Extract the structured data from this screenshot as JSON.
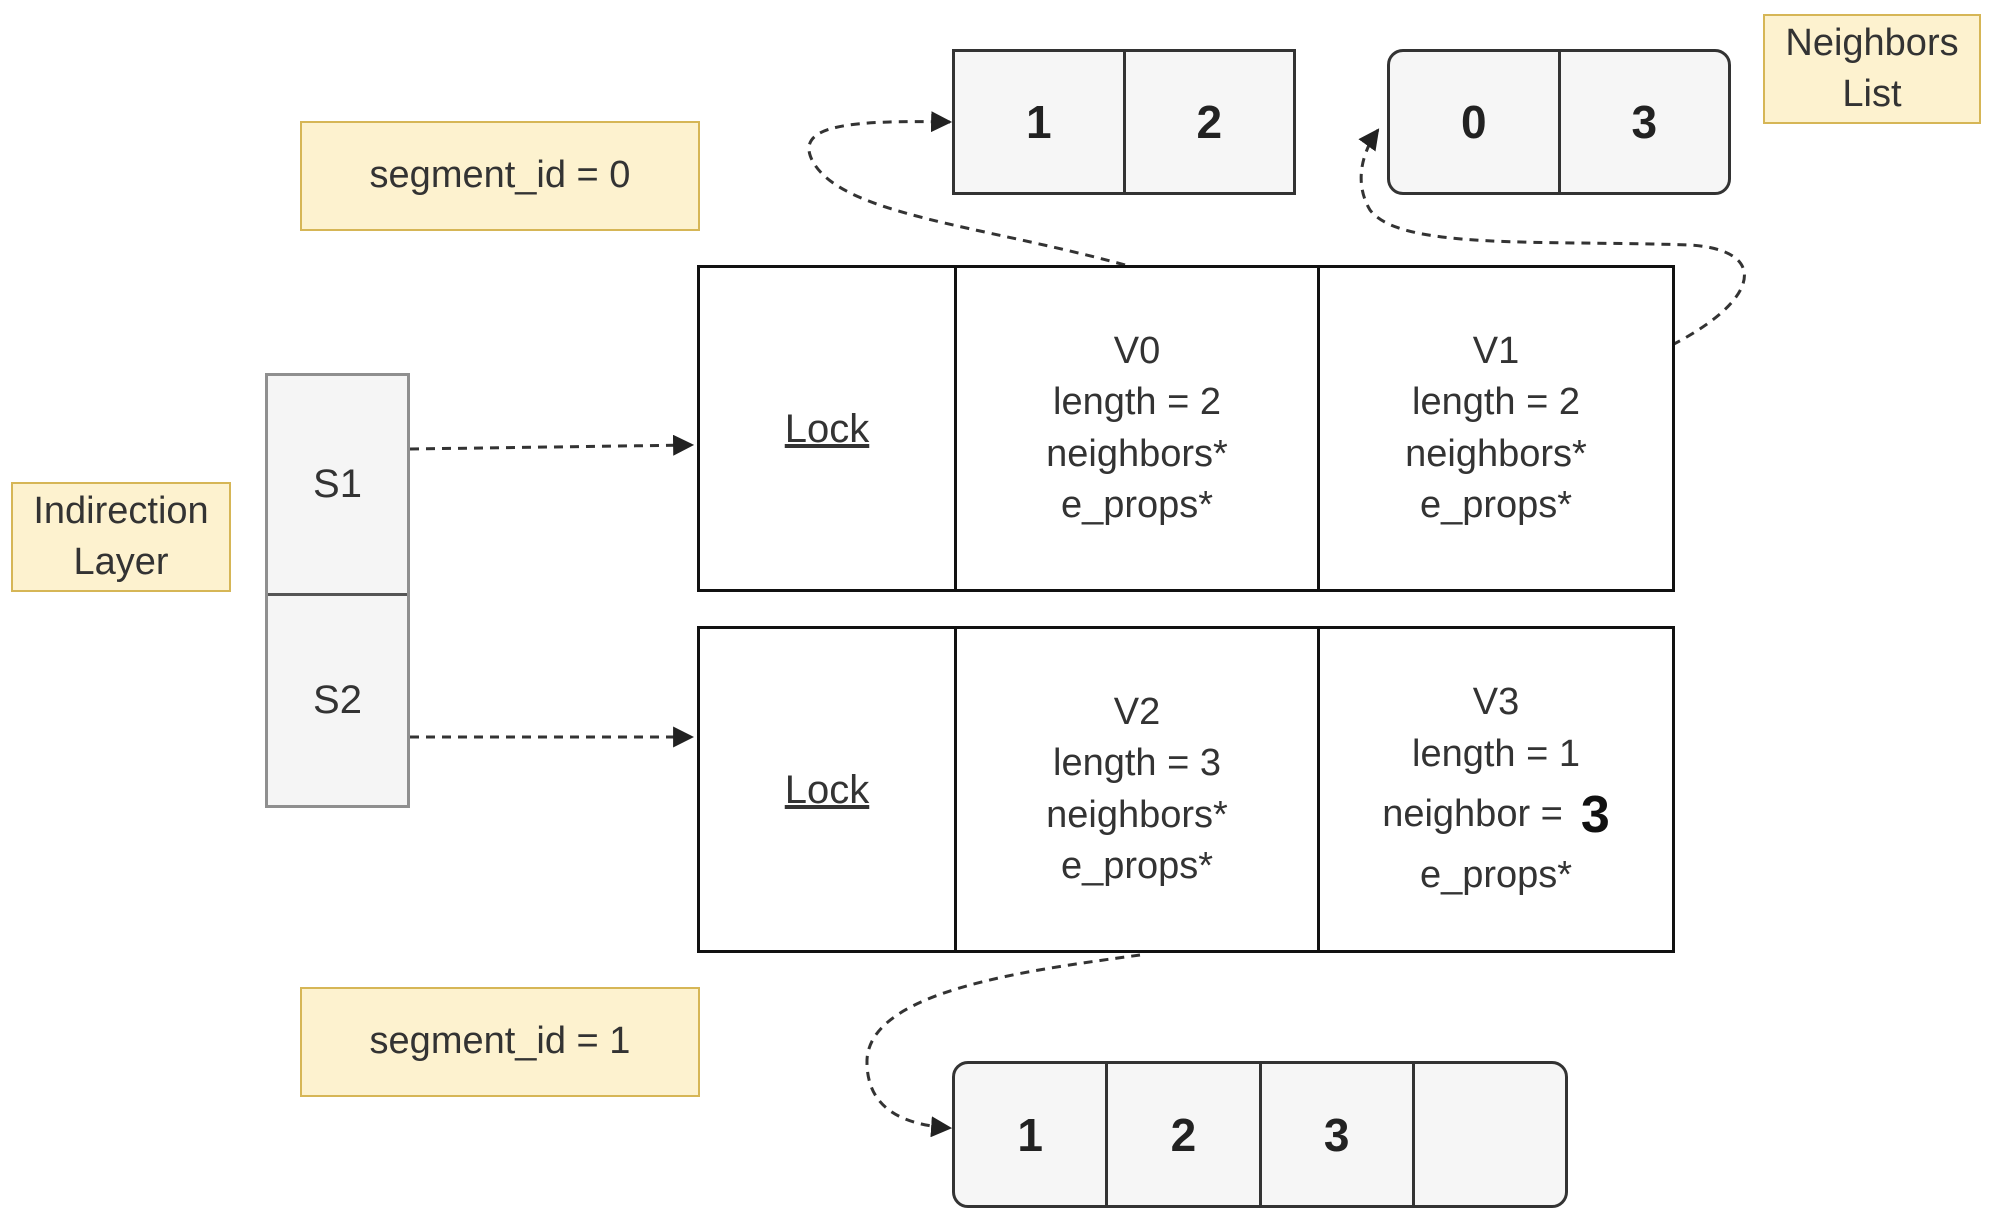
{
  "notes": {
    "segment0": "segment_id = 0",
    "segment1": "segment_id = 1",
    "indirection": [
      "Indirection",
      "Layer"
    ],
    "neighbors_list": [
      "Neighbors",
      "List"
    ]
  },
  "indirection_layer": [
    "S1",
    "S2"
  ],
  "segments": [
    {
      "lock": "Lock",
      "vertices": [
        {
          "name": "V0",
          "length": "length = 2",
          "neighbors": "neighbors*",
          "props": "e_props*"
        },
        {
          "name": "V1",
          "length": "length = 2",
          "neighbors": "neighbors*",
          "props": "e_props*"
        }
      ]
    },
    {
      "lock": "Lock",
      "vertices": [
        {
          "name": "V2",
          "length": "length = 3",
          "neighbors": "neighbors*",
          "props": "e_props*"
        },
        {
          "name": "V3",
          "length": "length = 1",
          "neighbor_label": "neighbor =",
          "neighbor_value": "3",
          "props": "e_props*"
        }
      ]
    }
  ],
  "neighbor_lists": {
    "v0": [
      "1",
      "2"
    ],
    "v1": [
      "0",
      "3"
    ],
    "v2": [
      "1",
      "2",
      "3",
      ""
    ]
  }
}
